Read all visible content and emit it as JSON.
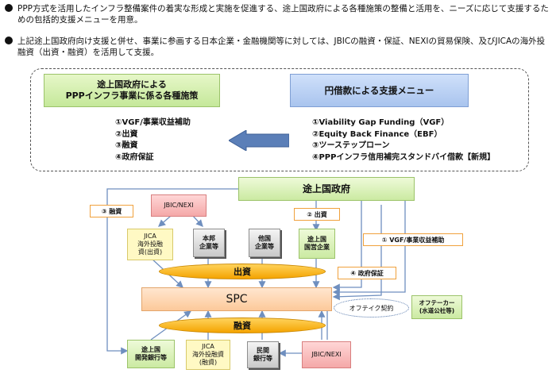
{
  "bullets": [
    "PPP方式を活用したインフラ整備案件の着実な形成と実施を促進する、途上国政府による各種施策の整備と活用を、ニーズに応じて支援するための包括的支援メニューを用意。",
    "上記途上国政府向け支援と併せ、事業に参画する日本企業・金融機関等に対しては、JBICの融資・保証、NEXIの貿易保険、及びJICAの海外投融資（出資・融資）を活用して支援。"
  ],
  "left_box": {
    "title": "途上国政府による\nPPPインフラ事業に係る各種施策"
  },
  "right_box": {
    "title": "円借款による支援メニュー"
  },
  "left_list": [
    "①VGF/事業収益補助",
    "②出資",
    "③融資",
    "④政府保証"
  ],
  "right_list": [
    "①Viability Gap Funding（VGF）",
    "②Equity Back Finance（EBF）",
    "③ツーステップローン",
    "④PPPインフラ信用補完スタンドバイ借款【新規】"
  ],
  "diagram": {
    "gov": "途上国政府",
    "jbic_nexi_top": "JBIC/NEXI",
    "jica_top": "JICA\n海外投融\n資(出資)",
    "honpo": "本邦\n企業等",
    "takoku": "他国\n企業等",
    "kokuei": "途上国\n国営企業",
    "equity_band": "出資",
    "spc": "SPC",
    "loan_band": "融資",
    "dev_bank": "途上国\n開発銀行等",
    "jica_bottom": "JICA\n海外投融資\n(融資)",
    "private_bank": "民間\n銀行等",
    "jbic_nexi_bottom": "JBIC/NEXI",
    "offtaker": "オフテーカー\n(水道公社等)",
    "offtake_label": "オフテイク契約",
    "tag_loan": "③ 融資",
    "tag_equity": "② 出資",
    "tag_vgf": "① VGF/事業収益補助",
    "tag_guarantee": "④ 政府保証"
  }
}
